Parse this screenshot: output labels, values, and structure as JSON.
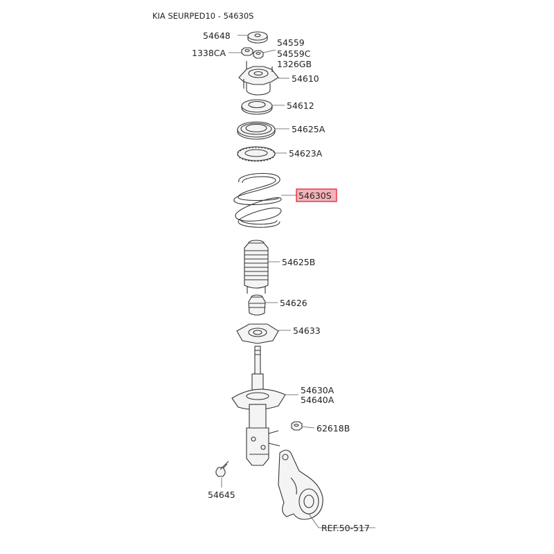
{
  "title": "KIA SEURPED10 - 54630S",
  "highlight_color": "#e8102a",
  "highlight_fill": "#f3b2b8",
  "parts": {
    "p54648": "54648",
    "p54559": "54559",
    "p54559C": "54559C",
    "p1338CA": "1338CA",
    "p1326GB": "1326GB",
    "p54610": "54610",
    "p54612": "54612",
    "p54625A": "54625A",
    "p54623A": "54623A",
    "p54630S": "54630S",
    "p54625B": "54625B",
    "p54626": "54626",
    "p54633": "54633",
    "p54630A": "54630A",
    "p54640A": "54640A",
    "p62618B": "62618B",
    "p54645": "54645"
  },
  "reference": "REF.50-517"
}
